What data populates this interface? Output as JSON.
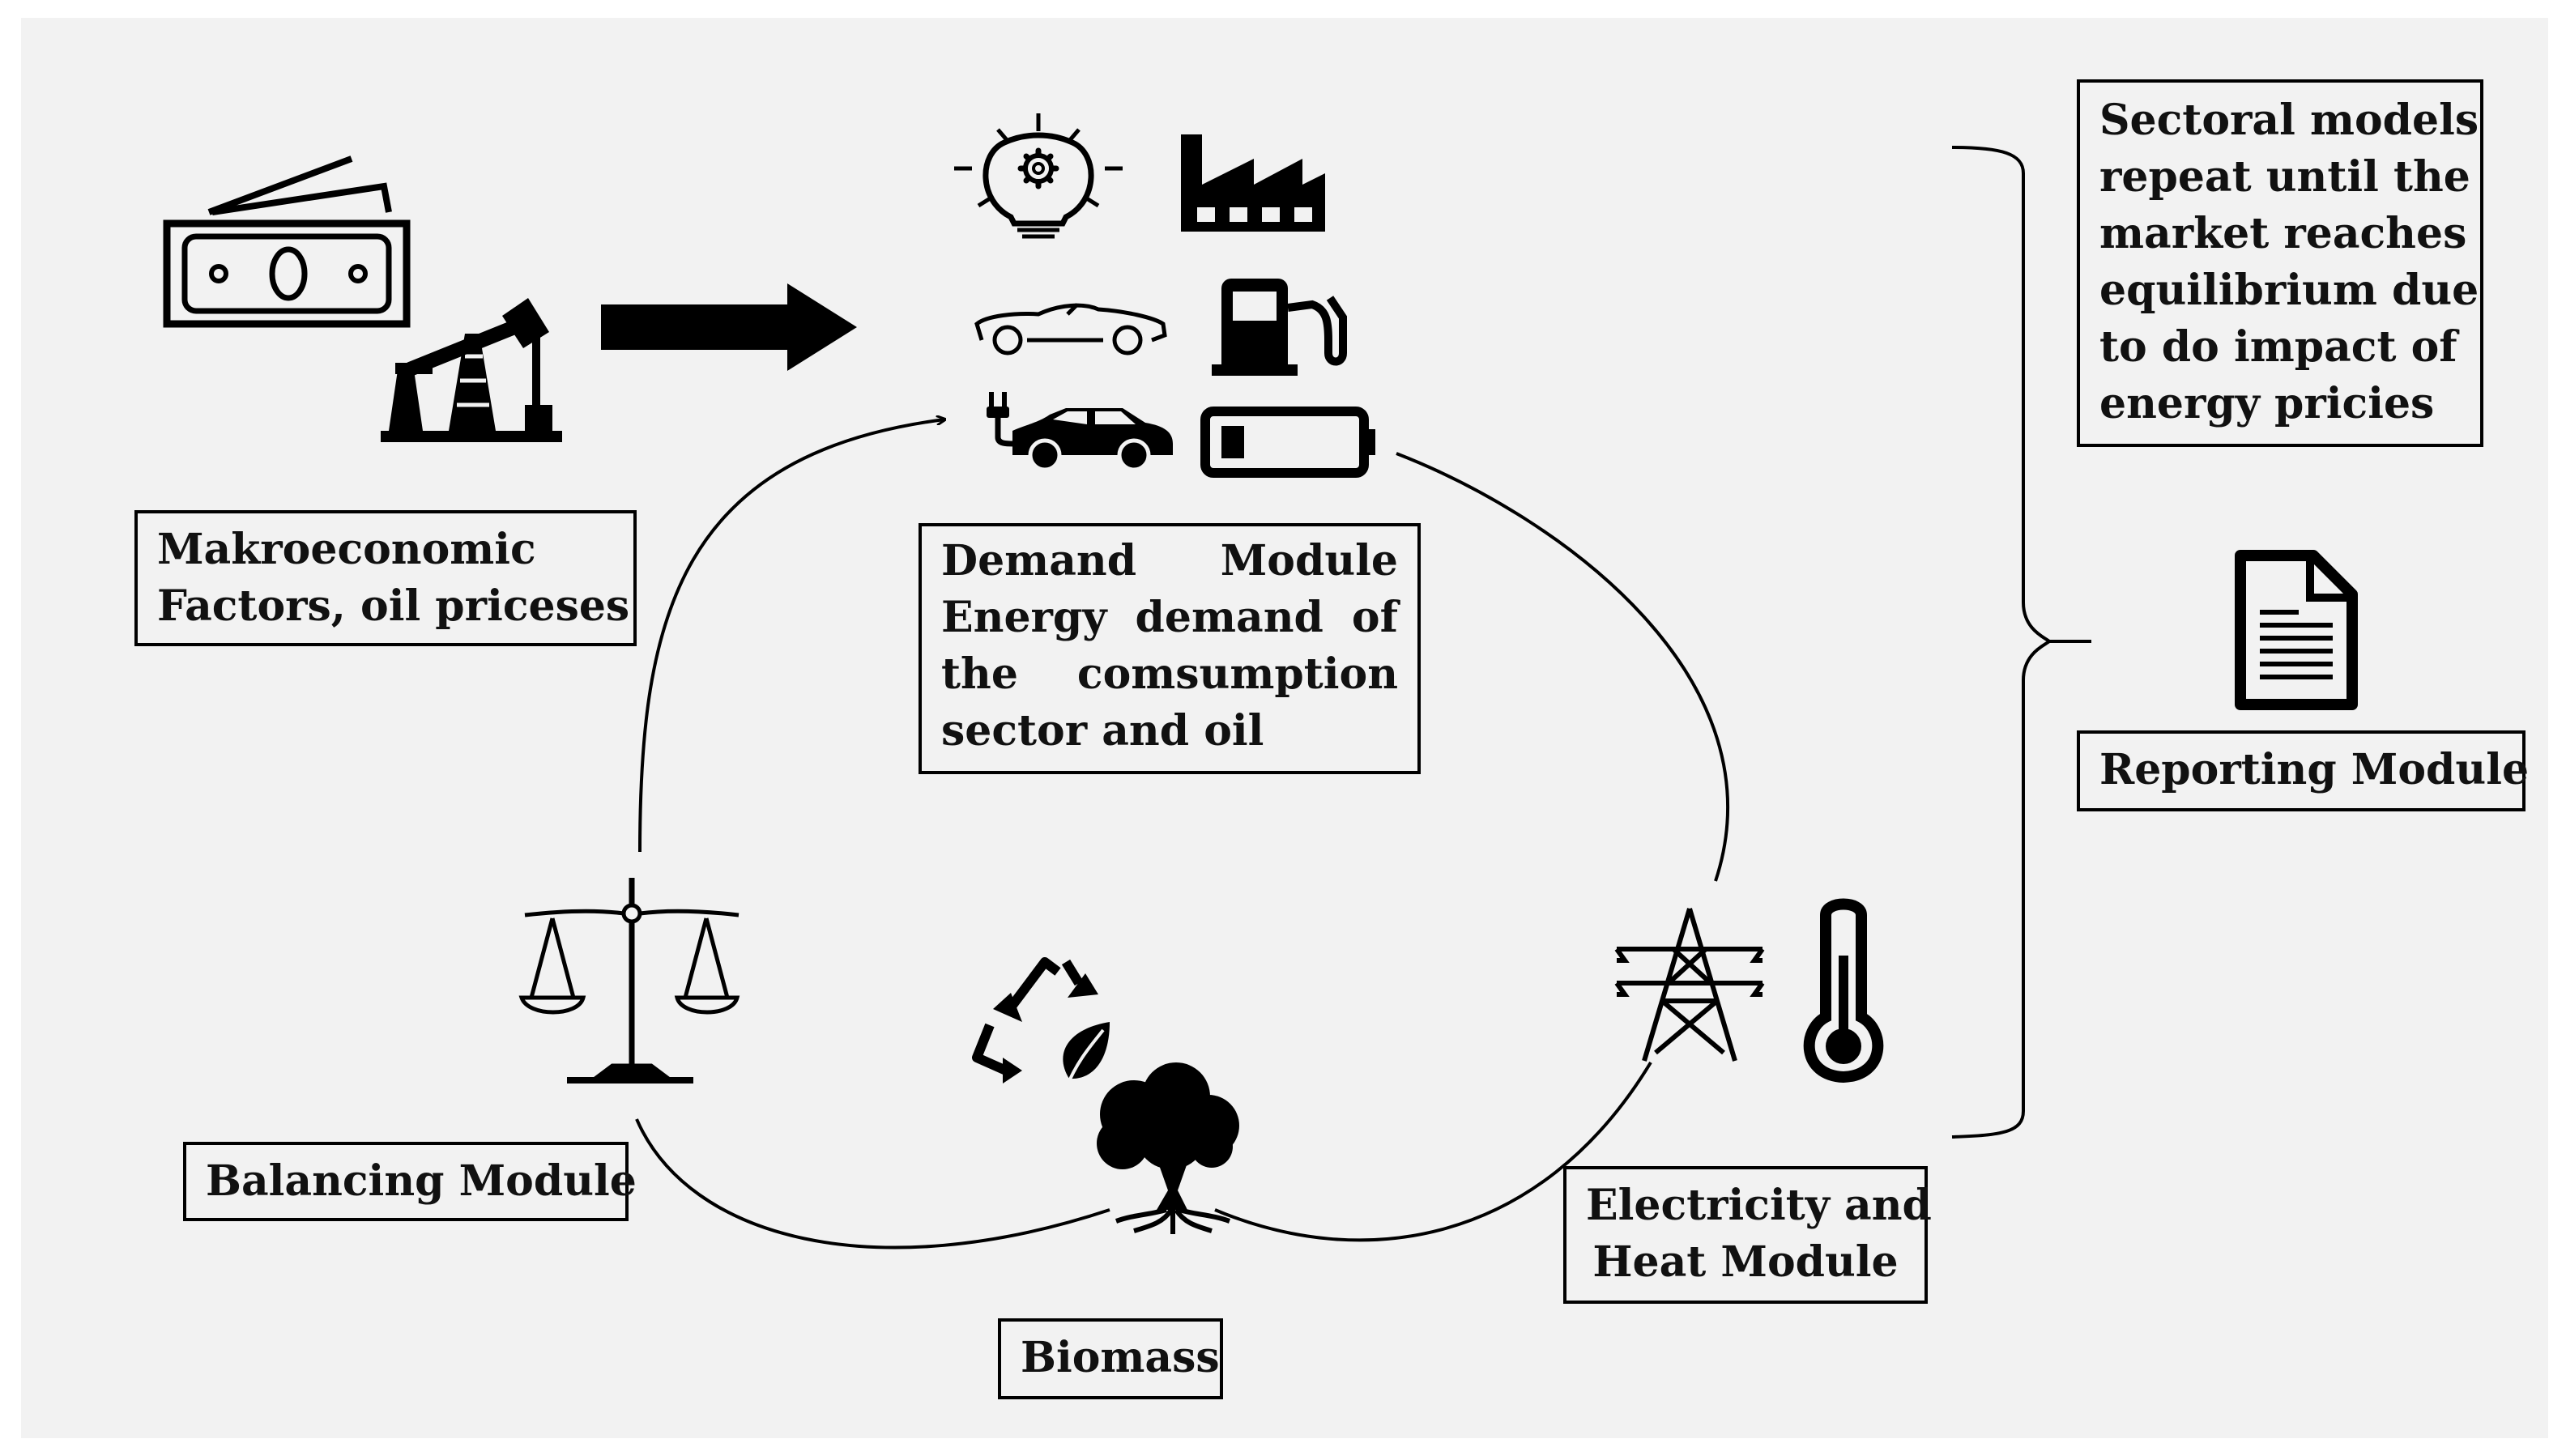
{
  "colors": {
    "background": "#f2f2f2",
    "ink": "#000000"
  },
  "icons": {
    "inputs": [
      "money-icon",
      "oil-pump-icon"
    ],
    "demand": [
      "lightbulb-gear-icon",
      "factory-icon",
      "car-icon",
      "fuel-pump-icon",
      "electric-car-icon",
      "battery-icon"
    ],
    "balancing": [
      "scales-icon"
    ],
    "biomass": [
      "recycle-leaf-icon",
      "tree-icon"
    ],
    "electricity_heat": [
      "power-pylon-icon",
      "thermometer-icon"
    ],
    "reporting": [
      "document-icon"
    ]
  },
  "macro": {
    "lines": [
      "Makroeconomic",
      "Factors, oil priceses"
    ]
  },
  "demand": {
    "lines": [
      "Demand Module",
      "Energy demand of",
      "the comsumption",
      "sector and oil"
    ]
  },
  "sectoral": {
    "lines": [
      "Sectoral models",
      "repeat until the",
      "market reaches",
      "equilibrium due",
      "to do impact of",
      "energy pricies"
    ]
  },
  "reporting": {
    "label": "Reporting Module"
  },
  "balancing": {
    "label": "Balancing Module"
  },
  "biomass": {
    "label": "Biomass"
  },
  "electricity": {
    "lines": [
      "Electricity and",
      "Heat Module"
    ]
  }
}
